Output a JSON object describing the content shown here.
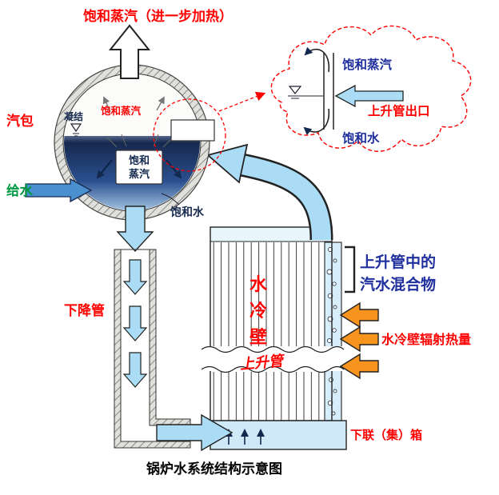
{
  "title": "锅炉水系统结构示意图",
  "top": {
    "label": "饱和蒸汽（进一步加热）"
  },
  "drum": {
    "label": "汽包",
    "condensation": "凝结",
    "saturated_steam": "饱和蒸汽",
    "box_line1": "饱和",
    "box_line2": "蒸汽",
    "saturated_water": "饱和水"
  },
  "feedwater": {
    "label": "给水"
  },
  "downcomer": {
    "label": "下降管"
  },
  "water_wall": {
    "label": "水冷壁",
    "chars": [
      "水",
      "冷",
      "壁"
    ],
    "riser": "上升管"
  },
  "right_side": {
    "mixture_line1": "上升管中的",
    "mixture_line2": "汽水混合物",
    "radiation": "水冷壁辐射热量",
    "lower_header": "下联（集）箱"
  },
  "cloud": {
    "saturated_steam": "饱和蒸汽",
    "riser_outlet": "上升管出口",
    "saturated_water": "饱和水"
  },
  "colors": {
    "label_red": "#ff0000",
    "label_blue": "#1f2f9e",
    "label_green": "#009944",
    "arrow_light_blue": "#aaddf5",
    "arrow_orange": "#f7941d",
    "feed_arrow_blue": "#4a90cf",
    "drum_water_dark": "#13294f",
    "cloud_border_red": "#ff0000"
  }
}
